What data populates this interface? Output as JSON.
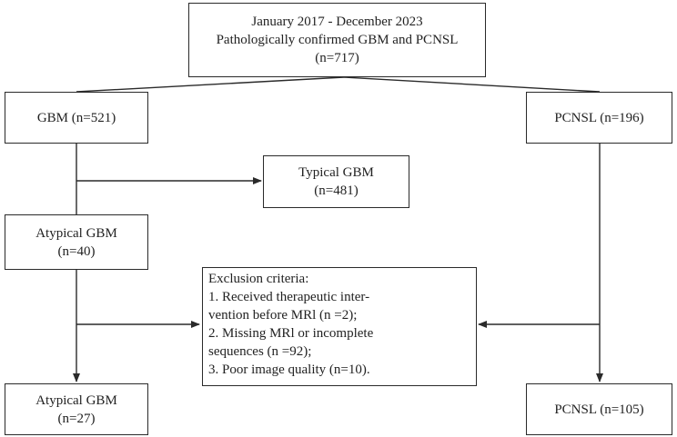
{
  "top": {
    "line1": "January 2017 - December 2023",
    "line2": "Pathologically confirmed GBM and PCNSL",
    "line3": "(n=717)"
  },
  "gbm": {
    "label": "GBM (n=521)"
  },
  "pcnsl": {
    "label": "PCNSL (n=196)"
  },
  "typical_gbm": {
    "line1": "Typical GBM",
    "line2": "(n=481)"
  },
  "atypical_gbm": {
    "line1": "Atypical GBM",
    "line2": "(n=40)"
  },
  "exclusion": {
    "title": "Exclusion criteria:",
    "items": [
      "1. Received therapeutic inter-",
      "vention before MRl (n =2);",
      "2. Missing MRl or incomplete",
      "sequences (n =92);",
      "3. Poor image quality (n=10)."
    ]
  },
  "final_gbm": {
    "line1": "Atypical GBM",
    "line2": "(n=27)"
  },
  "final_pcnsl": {
    "label": "PCNSL (n=105)"
  }
}
